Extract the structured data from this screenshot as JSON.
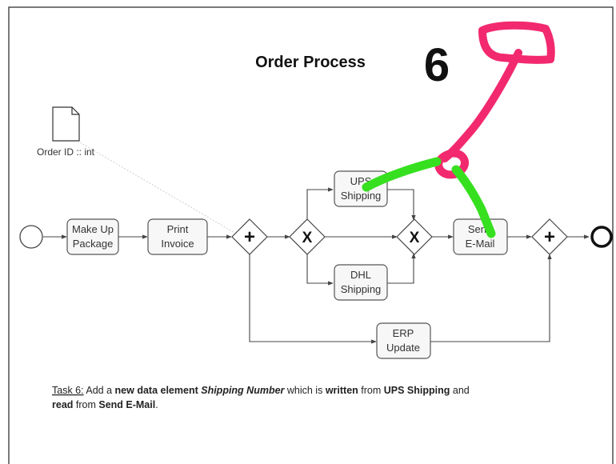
{
  "title": "Order Process",
  "annotation_number": "6",
  "data_object": {
    "label": "Order ID :: int"
  },
  "tasks": [
    {
      "id": "make-up-package",
      "lines": [
        "Make Up",
        "Package"
      ]
    },
    {
      "id": "print-invoice",
      "lines": [
        "Print",
        "Invoice"
      ]
    },
    {
      "id": "ups-shipping",
      "lines": [
        "UPS",
        "Shipping"
      ]
    },
    {
      "id": "dhl-shipping",
      "lines": [
        "DHL",
        "Shipping"
      ]
    },
    {
      "id": "send-email",
      "lines": [
        "Send",
        "E-Mail"
      ]
    },
    {
      "id": "erp-update",
      "lines": [
        "ERP",
        "Update"
      ]
    }
  ],
  "gateways": [
    {
      "id": "parallel-split",
      "symbol": "+"
    },
    {
      "id": "xor-split",
      "symbol": "X"
    },
    {
      "id": "xor-join",
      "symbol": "X"
    },
    {
      "id": "parallel-join",
      "symbol": "+"
    }
  ],
  "task_text": {
    "label": "Task 6:",
    "parts": [
      {
        "t": " Add a ",
        "s": ""
      },
      {
        "t": "new data element ",
        "s": "b"
      },
      {
        "t": "Shipping Number",
        "s": "bi"
      },
      {
        "t": " which is ",
        "s": ""
      },
      {
        "t": "written",
        "s": "b"
      },
      {
        "t": " from ",
        "s": ""
      },
      {
        "t": "UPS Shipping",
        "s": "b"
      },
      {
        "t": " and",
        "s": ""
      }
    ],
    "parts2": [
      {
        "t": "read",
        "s": "b"
      },
      {
        "t": " from ",
        "s": ""
      },
      {
        "t": "Send E-Mail",
        "s": "b"
      },
      {
        "t": ".",
        "s": ""
      }
    ]
  },
  "colors": {
    "pen_pink": "#f2296e",
    "pen_green": "#36e01f",
    "line": "#555555",
    "task_fill": "#f7f7f7"
  }
}
